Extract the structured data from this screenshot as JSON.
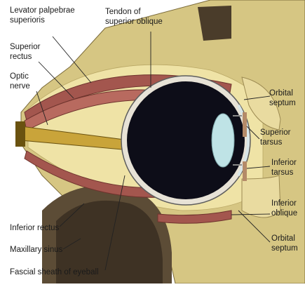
{
  "labels": {
    "levator_1": "Levator palpebrae",
    "levator_2": "superioris",
    "tendon_1": "Tendon of",
    "tendon_2": "superior oblique",
    "sup_rectus_1": "Superior",
    "sup_rectus_2": "rectus",
    "optic_1": "Optic",
    "optic_2": "nerve",
    "orbital_sep_top_1": "Orbital",
    "orbital_sep_top_2": "septum",
    "sup_tarsus_1": "Superior",
    "sup_tarsus_2": "tarsus",
    "inf_tarsus_1": "Inferior",
    "inf_tarsus_2": "tarsus",
    "inf_oblique_1": "Inferior",
    "inf_oblique_2": "oblique",
    "orbital_sep_bot_1": "Orbital",
    "orbital_sep_bot_2": "septum",
    "inf_rectus": "Inferior rectus",
    "maxillary": "Maxillary sinus",
    "fascial": "Fascial sheath of eyeball"
  },
  "colors": {
    "bone": "#d9c98a",
    "fat": "#efe3a6",
    "muscle": "#a3564e",
    "nerve": "#c9a43a",
    "eyeball": "#0d0d18",
    "lens": "#bfe3e6",
    "cavity": "#5a4a35"
  }
}
